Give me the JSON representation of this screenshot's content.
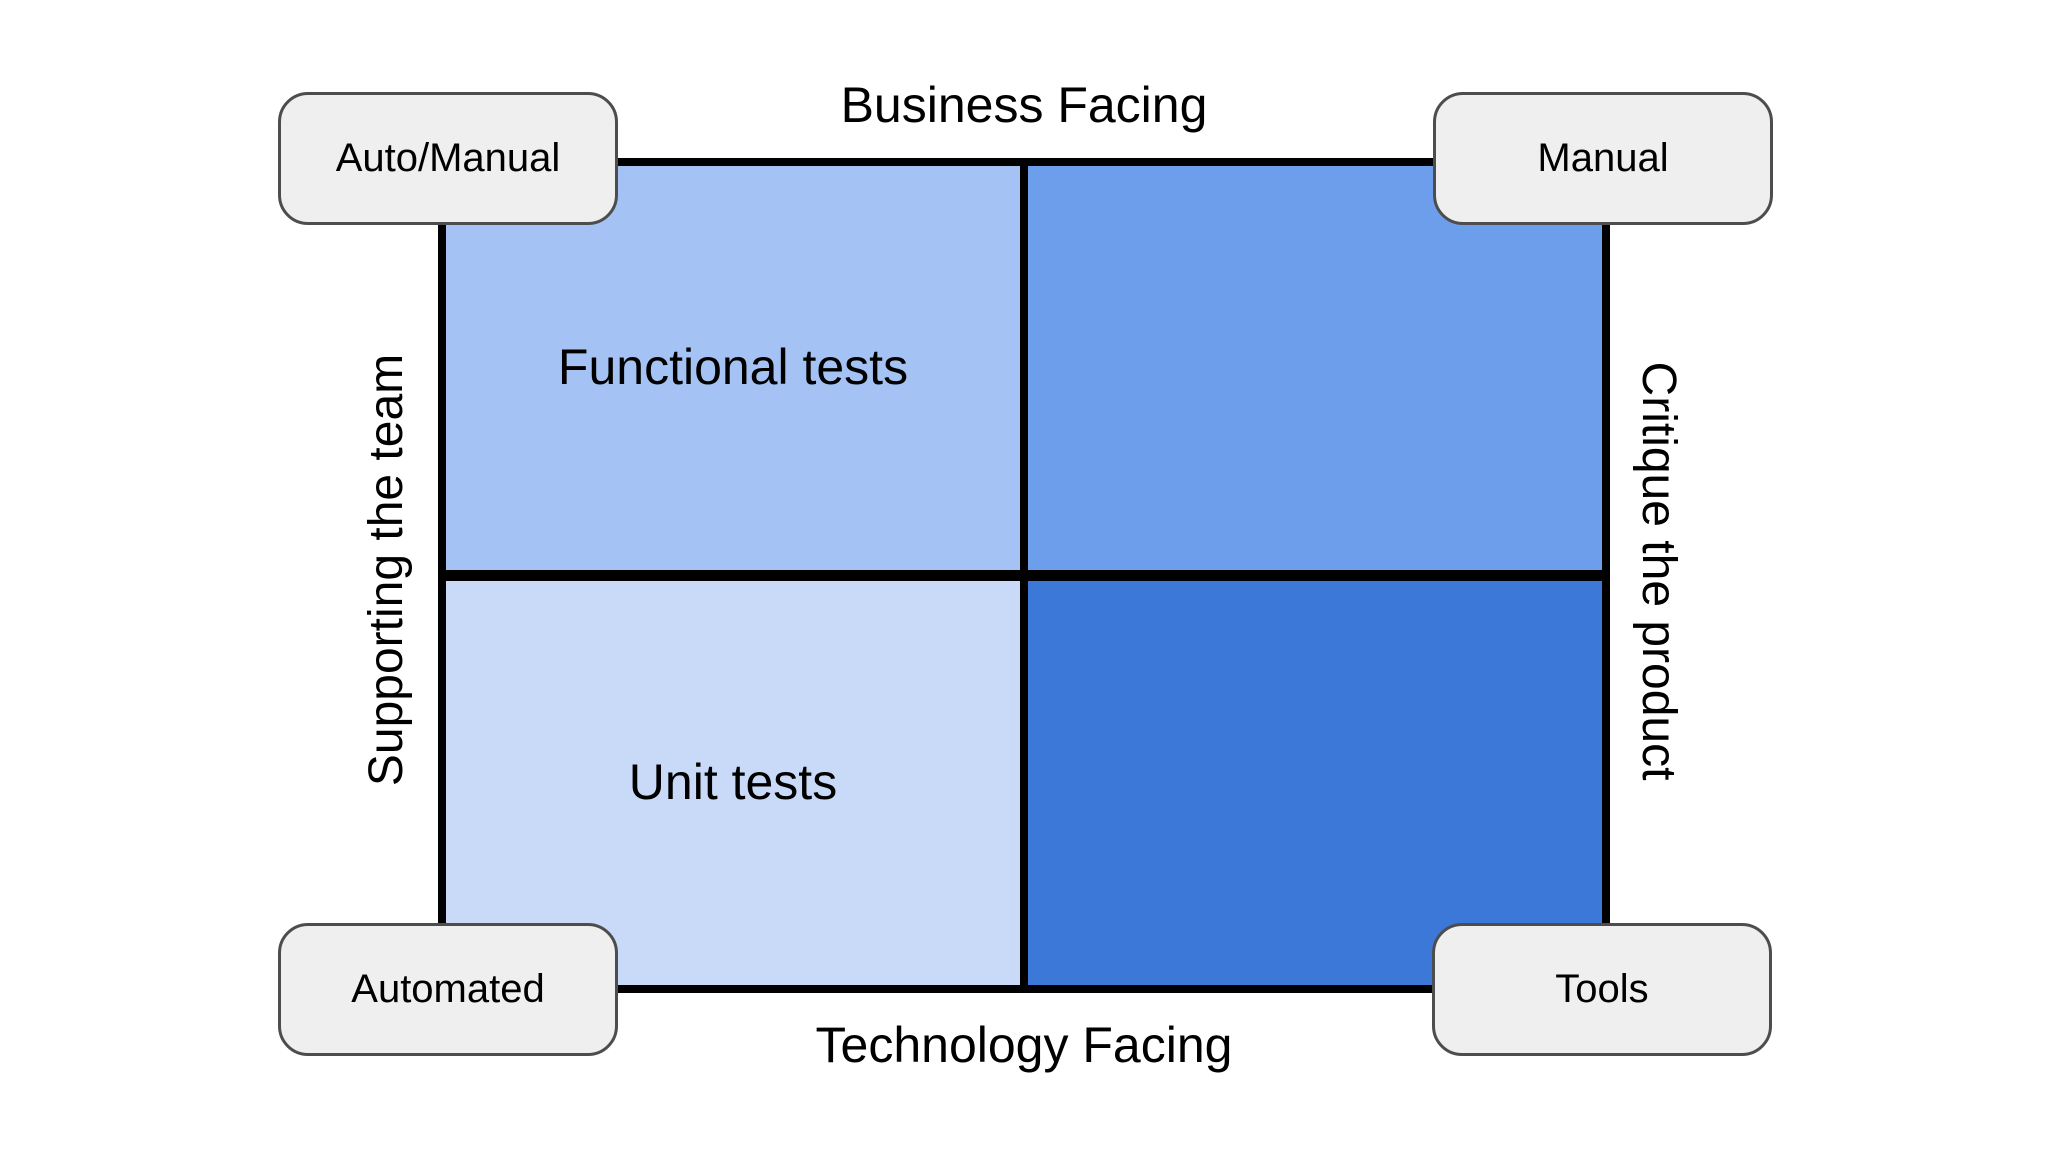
{
  "axes": {
    "top": "Business Facing",
    "bottom": "Technology Facing",
    "left": "Supporting the team",
    "right": "Critique the product"
  },
  "badges": {
    "top_left": "Auto/Manual",
    "top_right": "Manual",
    "bottom_left": "Automated",
    "bottom_right": "Tools"
  },
  "quadrants": {
    "top_left": {
      "label": "Functional tests",
      "color": "#a4c2f4"
    },
    "top_right": {
      "label": "",
      "color": "#6d9eeb"
    },
    "bottom_left": {
      "label": "Unit tests",
      "color": "#c9daf8"
    },
    "bottom_right": {
      "label": "",
      "color": "#3c78d8"
    }
  },
  "colors": {
    "background": "#ffffff",
    "grid_lines": "#000000",
    "badge_background": "#efefef",
    "badge_border": "#4d4d4d",
    "text": "#000000"
  }
}
